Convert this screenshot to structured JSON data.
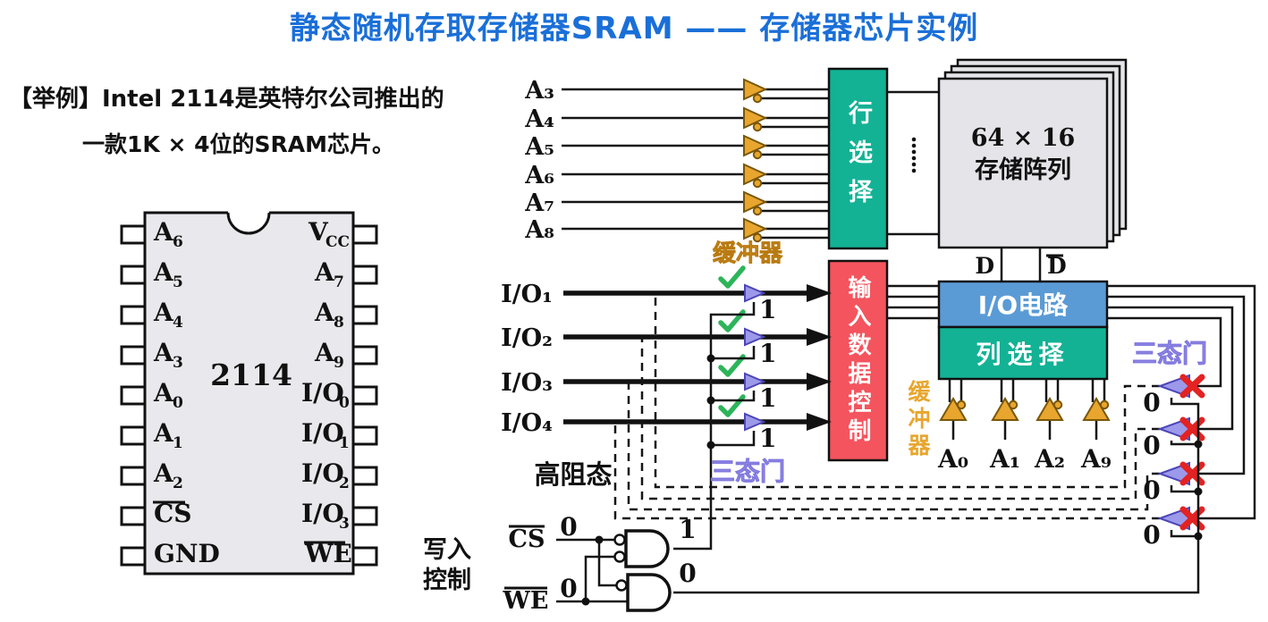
{
  "title": "静态随机存取存储器SRAM —— 存储器芯片实例",
  "intro": {
    "line1": "【举例】Intel 2114是英特尔公司推出的",
    "line2": "一款1K × 4位的SRAM芯片。"
  },
  "chip": {
    "name": "2114",
    "left_pins": [
      {
        "base": "A",
        "sub": "6"
      },
      {
        "base": "A",
        "sub": "5"
      },
      {
        "base": "A",
        "sub": "4"
      },
      {
        "base": "A",
        "sub": "3"
      },
      {
        "base": "A",
        "sub": "0"
      },
      {
        "base": "A",
        "sub": "1"
      },
      {
        "base": "A",
        "sub": "2"
      },
      {
        "base": "CS",
        "sub": "",
        "overline": true
      },
      {
        "base": "GND",
        "sub": ""
      }
    ],
    "right_pins": [
      {
        "base": "V",
        "sub": "CC"
      },
      {
        "base": "A",
        "sub": "7"
      },
      {
        "base": "A",
        "sub": "8"
      },
      {
        "base": "A",
        "sub": "9"
      },
      {
        "base": "I/O",
        "sub": "0"
      },
      {
        "base": "I/O",
        "sub": "1"
      },
      {
        "base": "I/O",
        "sub": "2"
      },
      {
        "base": "I/O",
        "sub": "3"
      },
      {
        "base": "WE",
        "sub": "",
        "overline": true
      }
    ]
  },
  "diagram": {
    "addr_top": [
      "A₃",
      "A₄",
      "A₅",
      "A₆",
      "A₇",
      "A₈"
    ],
    "buffer_top_label": "缓冲器",
    "row_select": "行选择",
    "array_size": "64 × 16",
    "array_name": "存储阵列",
    "d_label": "D",
    "d_bar_label": "D",
    "io_circuit": "I/O电路",
    "col_select": "列选择",
    "input_ctrl": "输入数据控制",
    "buffer_bottom_label": "缓冲器",
    "io_left": [
      "I/O₁",
      "I/O₂",
      "I/O₃",
      "I/O₄"
    ],
    "in_gate_vals": [
      "1",
      "1",
      "1",
      "1"
    ],
    "addr_bottom": [
      "A₀",
      "A₁",
      "A₂",
      "A₉"
    ],
    "tristate_mid_label": "三态门",
    "tristate_right_label": "三态门",
    "hi_z_label": "高阻态",
    "out_gate_vals": [
      "0",
      "0",
      "0",
      "0"
    ],
    "write_ctrl_label": "写入控制",
    "cs_label": "CS",
    "cs_val": "0",
    "we_label": "WE",
    "we_val": "0",
    "and1_out": "1",
    "and2_out": "0"
  },
  "colors": {
    "title_blue": "#1A6FD8",
    "teal": "#13B295",
    "red_block": "#F4545E",
    "io_blue": "#5B9BD5",
    "buffer_orange": "#E8A62E",
    "tristate_purple": "#9D99EA",
    "tristate_border": "#4B45B8",
    "label_purple": "#ABA3EE",
    "x_red": "#E32222",
    "check_green": "#2DB45A",
    "chip_gray": "#E9E9ED"
  }
}
